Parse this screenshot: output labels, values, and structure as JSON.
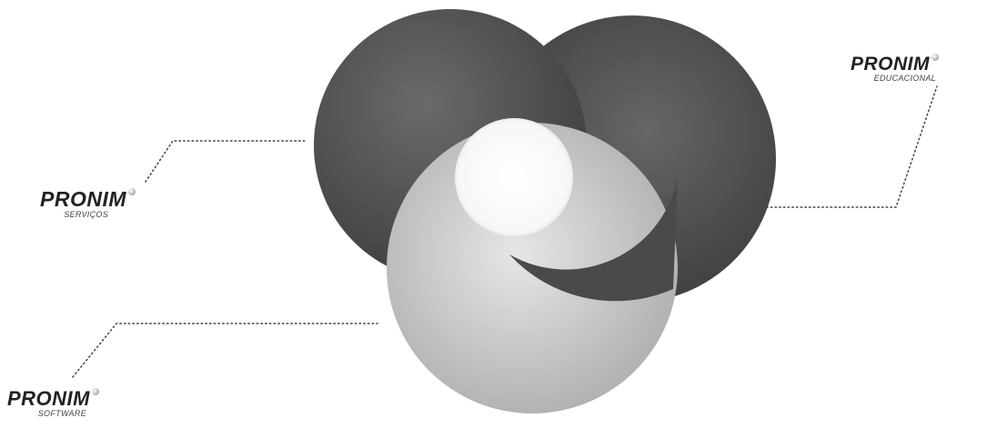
{
  "brand": "PRONIM",
  "colors": {
    "dark_ring": "#4b4b4b",
    "light_ring": "#c9c9c9",
    "connector": "#444444",
    "text": "#222222"
  },
  "logos": {
    "servicos": {
      "name": "PRONIM",
      "division": "SERVIÇOS"
    },
    "educacional": {
      "name": "PRONIM",
      "division": "EDUCACIONAL"
    },
    "software": {
      "name": "PRONIM",
      "division": "SOFTWARE"
    }
  },
  "icons": {
    "logo_mark": "swirl-mark-icon",
    "central_symbol": "interlocking-rings-icon"
  }
}
